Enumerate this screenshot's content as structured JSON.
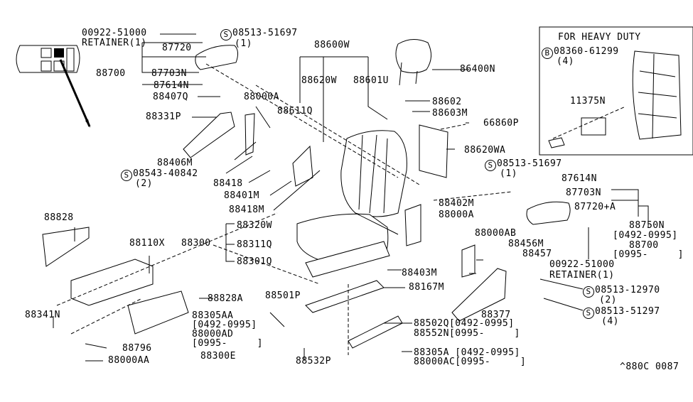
{
  "diagram": {
    "title": "Seat Assembly Parts Diagram",
    "reference_code": "^880C 0087",
    "inset": {
      "title": "FOR HEAVY DUTY",
      "bolt_symbol": "B",
      "bolt_part": "08360-61299",
      "bolt_qty": "(4)",
      "part": "11375N"
    },
    "labels": {
      "p00922_top": "00922-51000",
      "retainer_top": "RETAINER(1)",
      "p87720": "87720",
      "p88700": "88700",
      "p87703n": "87703N",
      "p87614n": "87614N",
      "screw_top_symbol": "S",
      "screw_top": "08513-51697",
      "screw_top_qty": "(1)",
      "p88407q": "88407Q",
      "p88000a_top": "88000A",
      "p88331p": "88331P",
      "p88406m": "88406M",
      "screw_mid_symbol": "S",
      "screw_mid": "08543-40842",
      "screw_mid_qty": "(2)",
      "p88418": "88418",
      "p88401m": "88401M",
      "p88418m": "88418M",
      "p88600w": "88600W",
      "p88620w": "88620W",
      "p88601u": "88601U",
      "p88611q": "88611Q",
      "p86400n": "86400N",
      "p88602": "88602",
      "p88603m": "88603M",
      "p66860p": "66860P",
      "p88620wa": "88620WA",
      "screw_right_symbol": "S",
      "screw_right": "08513-51697",
      "screw_right_qty": "(1)",
      "p87614n_r": "87614N",
      "p87703n_r": "87703N",
      "p87720a_r": "87720+A",
      "p88750n": "88750N",
      "p88750n_date": "[0492-0995]",
      "p88700_r": "88700",
      "p88700_r_date": "[0995-     ]",
      "p00922_r": "00922-51000",
      "retainer_r": "RETAINER(1)",
      "p88402m": "88402M",
      "p88000a_mid": "88000A",
      "p88000ab": "88000AB",
      "p88456m": "88456M",
      "p88457": "88457",
      "screw_12970_symbol": "S",
      "screw_12970": "08513-12970",
      "screw_12970_qty": "(2)",
      "screw_51297_symbol": "S",
      "screw_51297": "08513-51297",
      "screw_51297_qty": "(4)",
      "p88377": "88377",
      "p88828": "88828",
      "p88110x": "88110X",
      "p88300": "88300",
      "p88320w": "88320W",
      "p88311q": "88311Q",
      "p88301q": "88301Q",
      "p88403m": "88403M",
      "p88501p": "88501P",
      "p88167m": "88167M",
      "p88828a": "88828A",
      "p88305aa": "88305AA",
      "p88305aa_date": "[0492-0995]",
      "p88000ad": "88000AD",
      "p88000ad_date": "[0995-     ]",
      "p88300e": "88300E",
      "p88341n": "88341N",
      "p88796": "88796",
      "p88000aa": "88000AA",
      "p88532p": "88532P",
      "p88502q": "88502Q[0492-0995]",
      "p88552n": "88552N[0995-     ]",
      "p88305a": "88305A [0492-0995]",
      "p88000ac": "88000AC[0995-     ]"
    }
  }
}
